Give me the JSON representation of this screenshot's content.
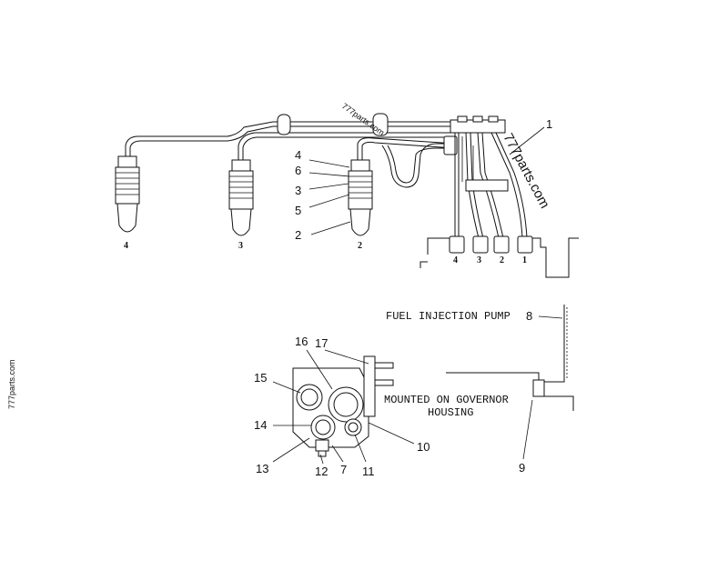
{
  "callouts": {
    "c1": "1",
    "c2": "2",
    "c3": "3",
    "c4": "4",
    "c5": "5",
    "c6": "6",
    "c7": "7",
    "c8": "8",
    "c9": "9",
    "c10": "10",
    "c11": "11",
    "c12": "12",
    "c13": "13",
    "c14": "14",
    "c15": "15",
    "c16": "16",
    "c17": "17"
  },
  "cylinders": {
    "nozzles": [
      "4",
      "3",
      "2"
    ],
    "pump_outlets": [
      "4",
      "3",
      "2",
      "1"
    ]
  },
  "labels": {
    "fuel_injection_pump": "FUEL INJECTION PUMP",
    "mounted_line1": "MOUNTED ON GOVERNOR",
    "mounted_line2": "HOUSING"
  },
  "watermarks": {
    "main": "777parts.com",
    "top": "777parts.com",
    "side": "777parts.com"
  }
}
